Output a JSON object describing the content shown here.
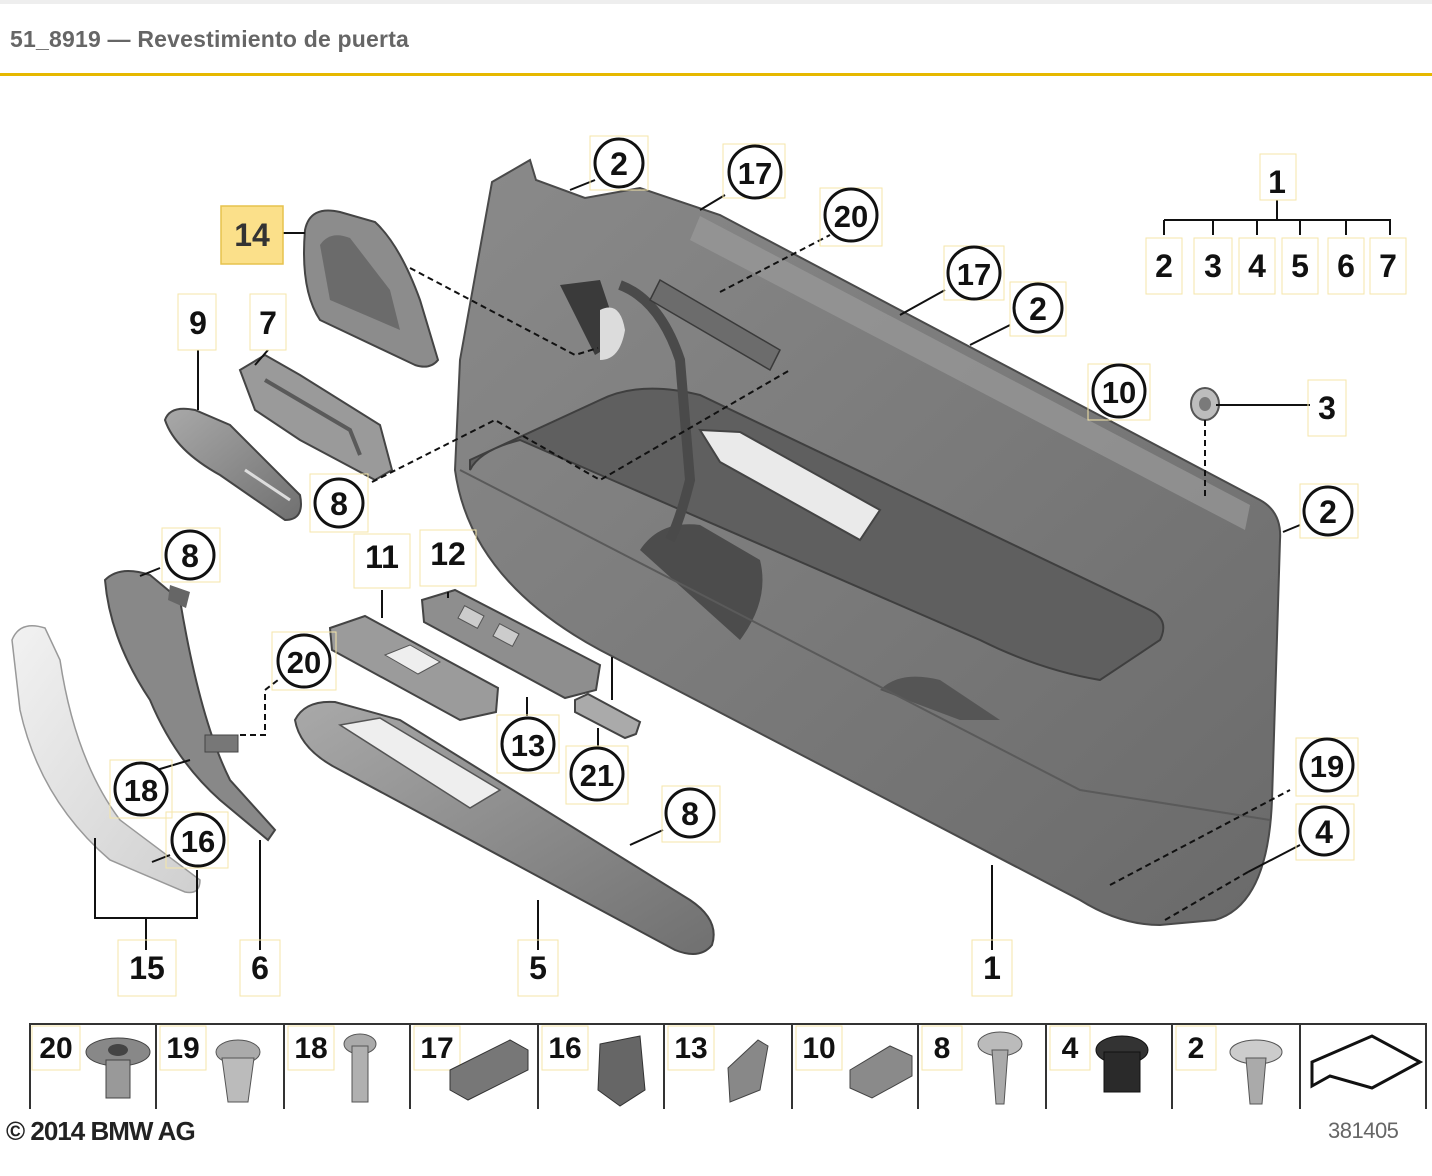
{
  "header": {
    "title": "51_8919 — Revestimiento de puerta"
  },
  "diagram": {
    "callouts": [
      {
        "label": "2",
        "circled": true
      },
      {
        "label": "17",
        "circled": true
      },
      {
        "label": "20",
        "circled": true
      },
      {
        "label": "17",
        "circled": true
      },
      {
        "label": "2",
        "circled": true
      },
      {
        "label": "10",
        "circled": true
      },
      {
        "label": "2",
        "circled": true
      },
      {
        "label": "8",
        "circled": true
      },
      {
        "label": "8",
        "circled": true
      },
      {
        "label": "20",
        "circled": true
      },
      {
        "label": "18",
        "circled": true
      },
      {
        "label": "16",
        "circled": true
      },
      {
        "label": "13",
        "circled": true
      },
      {
        "label": "21",
        "circled": true
      },
      {
        "label": "8",
        "circled": true
      },
      {
        "label": "19",
        "circled": true
      },
      {
        "label": "4",
        "circled": true
      },
      {
        "label": "14",
        "circled": false,
        "highlighted": true
      },
      {
        "label": "9",
        "circled": false
      },
      {
        "label": "7",
        "circled": false
      },
      {
        "label": "11",
        "circled": false
      },
      {
        "label": "12",
        "circled": false
      },
      {
        "label": "1",
        "circled": false
      },
      {
        "label": "3",
        "circled": false
      },
      {
        "label": "15",
        "circled": false
      },
      {
        "label": "6",
        "circled": false
      },
      {
        "label": "5",
        "circled": false
      },
      {
        "label": "1",
        "circled": false
      }
    ],
    "group_tree": {
      "parent": "1",
      "children": [
        "2",
        "3",
        "4",
        "5",
        "6",
        "7"
      ]
    },
    "highlight_color": "#fbe08a"
  },
  "parts_strip": {
    "cells": [
      {
        "label": "20",
        "icon": "torx-screw-icon"
      },
      {
        "label": "19",
        "icon": "expanding-rivet-icon"
      },
      {
        "label": "18",
        "icon": "bolt-icon"
      },
      {
        "label": "17",
        "icon": "clip-bracket-icon"
      },
      {
        "label": "16",
        "icon": "spring-clip-icon"
      },
      {
        "label": "13",
        "icon": "retainer-clip-icon"
      },
      {
        "label": "10",
        "icon": "plastic-clip-icon"
      },
      {
        "label": "8",
        "icon": "self-tapping-screw-icon"
      },
      {
        "label": "4",
        "icon": "rubber-plug-icon"
      },
      {
        "label": "2",
        "icon": "fir-tree-clip-icon"
      }
    ],
    "arrow_icon": "front-direction-arrow-icon"
  },
  "footer": {
    "copyright": "© 2014 BMW AG",
    "image_id": "381405"
  }
}
